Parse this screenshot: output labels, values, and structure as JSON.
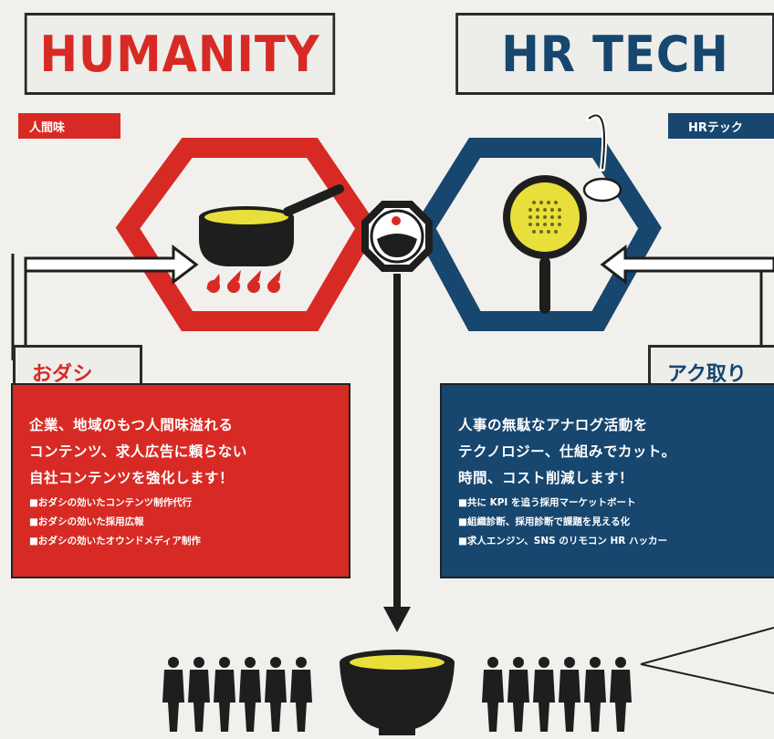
{
  "colors": {
    "red": "#d82a24",
    "navy": "#17466f",
    "dark": "#1e1e1e",
    "soup": "#e9df3b",
    "cream": "#ededea"
  },
  "left": {
    "title": "HUMANITY",
    "tag": "人間味",
    "label": "おダシ",
    "lines": [
      "企業、地域のもつ人間味溢れる",
      "コンテンツ、求人広告に頼らない",
      "自社コンテンツを強化します！"
    ],
    "bullets": [
      "■おダシの効いたコンテンツ制作代行",
      "■おダシの効いた採用広報",
      "■おダシの効いたオウンドメディア制作"
    ]
  },
  "right": {
    "title": "HR TECH",
    "tag": "HRテック",
    "label": "アク取り",
    "lines": [
      "人事の無駄なアナログ活動を",
      "テクノロジー、仕組みでカット。",
      "時間、コスト削減します！"
    ],
    "bullets": [
      "■共に KPI を追う採用マーケットボート",
      "■組織診断、採用診断で課題を見える化",
      "■求人エンジン、SNS のリモコン HR ハッカー"
    ]
  },
  "icons": [
    "pot-icon",
    "drops-icon",
    "strainer-icon",
    "ladle-icon",
    "bowl-center-icon",
    "soup-bowl-icon",
    "people-left-icon",
    "people-right-icon",
    "down-arrow-icon",
    "right-arrow-icon",
    "left-arrow-icon"
  ]
}
